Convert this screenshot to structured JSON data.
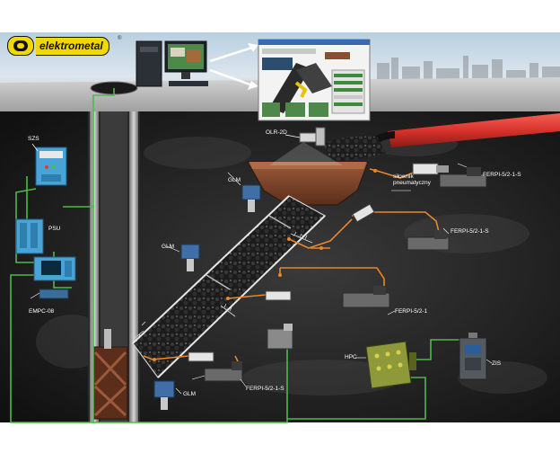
{
  "brand": {
    "name": "elektrometal",
    "reg": "®"
  },
  "labels": {
    "szs": "SZS",
    "psu": "PSU",
    "empc": "EMPC-08",
    "glm1": "GLM",
    "glm2": "GLM",
    "glm3": "GLM",
    "olr": "OLR-2D",
    "silownik1": "siłownik",
    "silownik2": "pneumatyczny",
    "ferpi1": "FERPI-5/2-1-S",
    "ferpi2": "FERPI-5/2-1-S",
    "ferpi3": "FERPI-5/2-1",
    "ferpi4": "FERPI-5/2-1-S",
    "hpc": "HPC",
    "zis": "ZIS"
  },
  "colors": {
    "brand_yellow": "#f2d700",
    "cable_green": "#4fb848",
    "pneumatic_orange": "#e8862a",
    "belt_red": "#d9332b"
  }
}
